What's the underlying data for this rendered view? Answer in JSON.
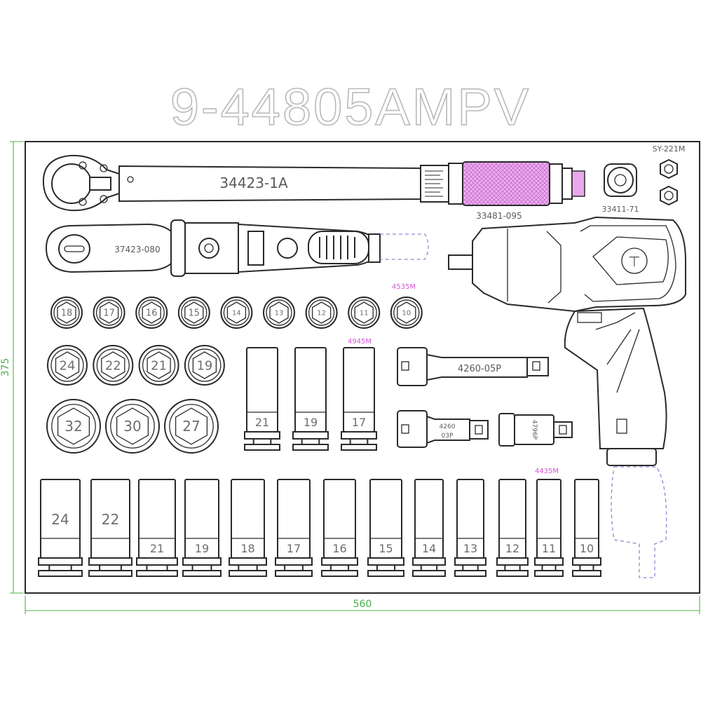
{
  "title": "9-44805AMPV",
  "dimensions": {
    "width": "560",
    "height": "375"
  },
  "tools": {
    "torque_wrench": "34423-1A",
    "ratchet": "37423-080",
    "impact_wrench": "33481-095",
    "oil_fitting": "33411-71",
    "nuts": "SY-221M",
    "extension_long": "4260-05P",
    "extension_short_line1": "4260",
    "extension_short_line2": "03P",
    "universal_joint": "4796P"
  },
  "marks": {
    "small_row": "4535M",
    "deep_row": "4945M",
    "long_row": "4435M"
  },
  "socket_rows": {
    "small": [
      "18",
      "17",
      "16",
      "15",
      "14",
      "13",
      "12",
      "11",
      "10"
    ],
    "medium": [
      "24",
      "22",
      "21",
      "19"
    ],
    "large": [
      "32",
      "30",
      "27"
    ],
    "deep_mid": [
      "21",
      "19",
      "17"
    ],
    "deep_bottom": [
      "24",
      "22",
      "21",
      "19",
      "18",
      "17",
      "16",
      "15",
      "14",
      "13",
      "12",
      "11",
      "10"
    ]
  },
  "colors": {
    "dimension": "#49b04e",
    "marker": "#d455d4",
    "grip": "#e9a8ec"
  }
}
